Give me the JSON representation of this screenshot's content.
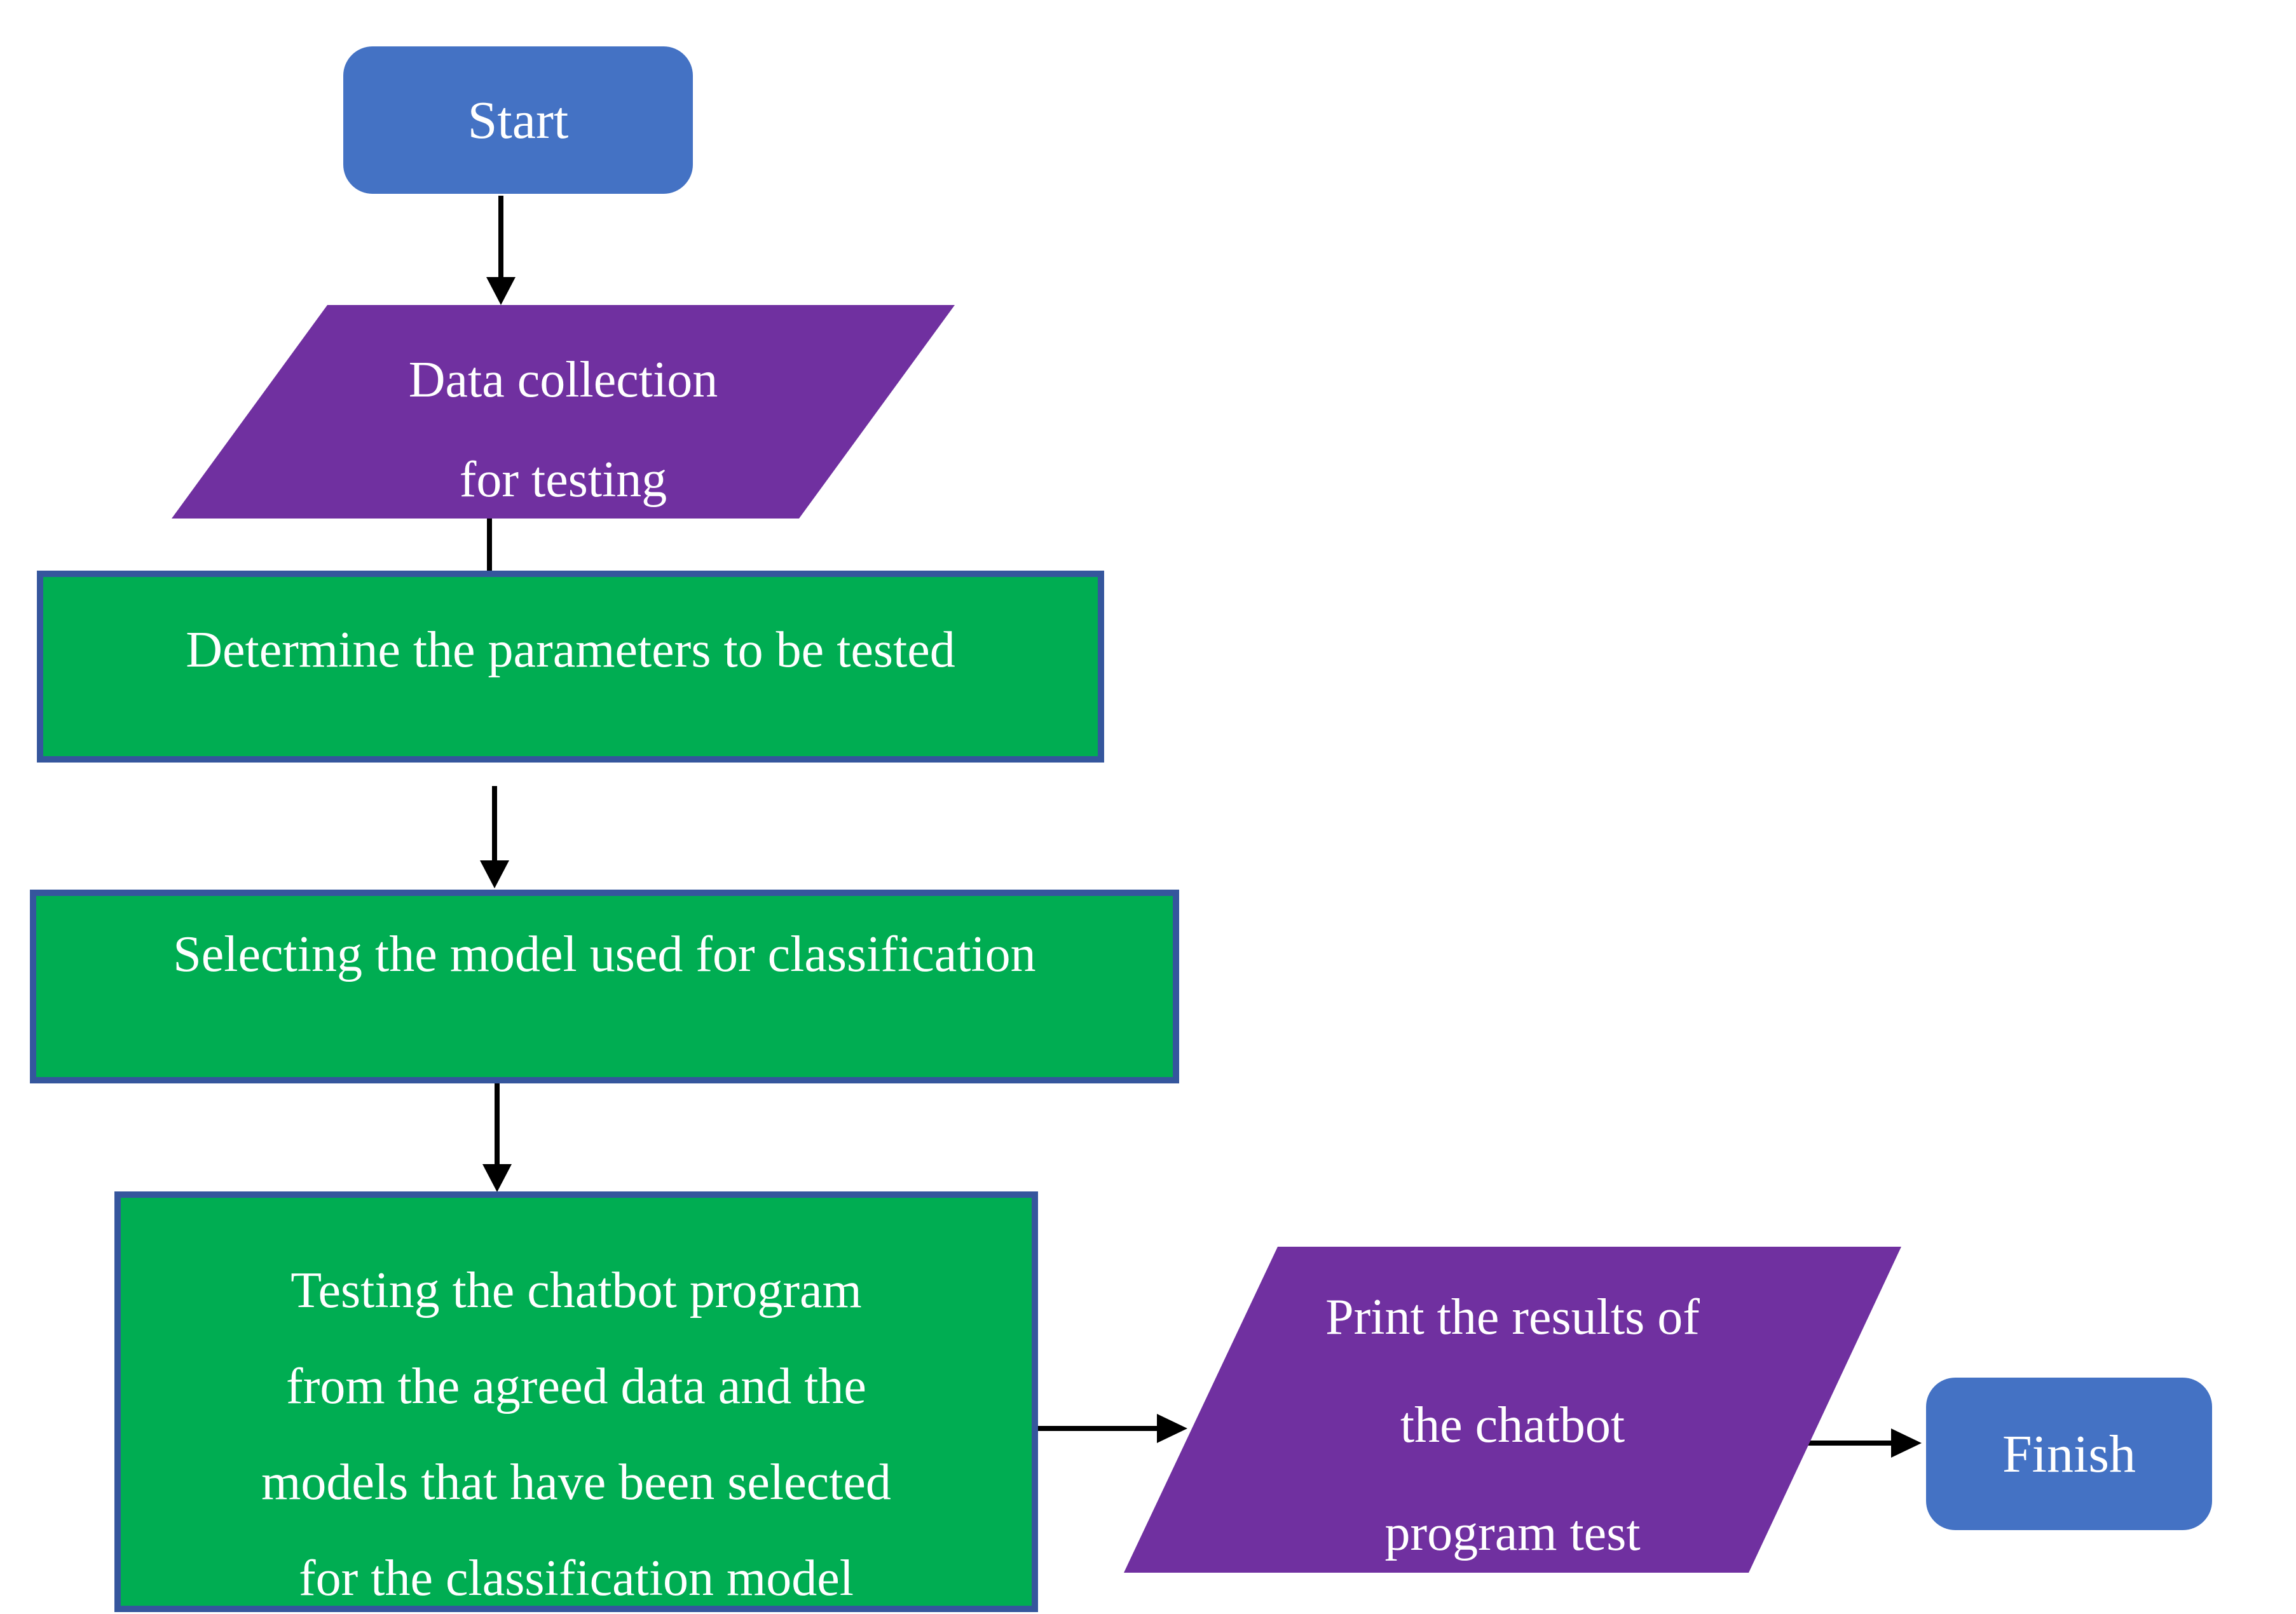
{
  "flowchart": {
    "type": "flowchart",
    "background": "#ffffff",
    "colors": {
      "terminator_fill": "#4472C4",
      "io_fill": "#7030A0",
      "process_fill": "#00AD52",
      "process_border": "#35569D",
      "arrow": "#000000",
      "label_text": "#ffffff"
    },
    "nodes": {
      "start": {
        "shape": "rounded-rectangle",
        "label": "Start"
      },
      "data_collection": {
        "shape": "parallelogram",
        "label": "Data collection for testing",
        "lines": [
          "Data collection",
          "for testing"
        ]
      },
      "determine_parameters": {
        "shape": "rectangle",
        "label": "Determine the parameters to be tested",
        "lines": [
          "Determine the parameters to be tested"
        ]
      },
      "select_model": {
        "shape": "rectangle",
        "label": "Selecting the model used for classification",
        "lines": [
          "Selecting the model used for classification"
        ]
      },
      "test_chatbot": {
        "shape": "rectangle",
        "label": "Testing the chatbot program from the agreed data and the models that have been selected for the classification model",
        "lines": [
          "Testing the chatbot program",
          "from the agreed data and the",
          "models that have been selected",
          "for the classification model"
        ]
      },
      "print_results": {
        "shape": "parallelogram",
        "label": "Print the results of the chatbot program test",
        "lines": [
          "Print the results of",
          "the chatbot",
          "program test"
        ]
      },
      "finish": {
        "shape": "rounded-rectangle",
        "label": "Finish"
      }
    },
    "edges": [
      {
        "from": "start",
        "to": "data_collection",
        "direction": "down",
        "arrowhead": true
      },
      {
        "from": "data_collection",
        "to": "determine_parameters",
        "direction": "down",
        "arrowhead": false
      },
      {
        "from": "determine_parameters",
        "to": "select_model",
        "direction": "down",
        "arrowhead": true
      },
      {
        "from": "select_model",
        "to": "test_chatbot",
        "direction": "down",
        "arrowhead": true
      },
      {
        "from": "test_chatbot",
        "to": "print_results",
        "direction": "right",
        "arrowhead": true
      },
      {
        "from": "print_results",
        "to": "finish",
        "direction": "right",
        "arrowhead": true
      }
    ]
  }
}
